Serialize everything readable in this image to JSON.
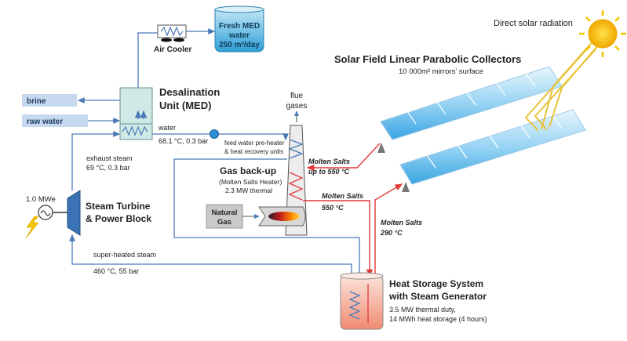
{
  "solar": {
    "radiation_label": "Direct solar radiation",
    "field_title": "Solar Field Linear Parabolic Collectors",
    "field_subtitle": "10 000m² mirrors' surface"
  },
  "freshwater": {
    "label_line1": "Fresh MED",
    "label_line2": "water",
    "label_line3": "250 m³/day"
  },
  "air_cooler": {
    "label": "Air Cooler"
  },
  "med": {
    "title_line1": "Desalination",
    "title_line2": "Unit (MED)"
  },
  "brine": {
    "label": "brine"
  },
  "raw_water": {
    "label": "raw water"
  },
  "water_stream": {
    "label": "water",
    "conditions": "68.1 °C, 0.3 bar"
  },
  "flue": {
    "line1": "flue",
    "line2": "gases"
  },
  "feedwater": {
    "line1": "feed water pre-heater",
    "line2": "& heat recovery units"
  },
  "gas_backup": {
    "title": "Gas back-up",
    "subtitle": "(Molten Salts Heater)",
    "capacity": "2.3 MW thermal"
  },
  "natural_gas": {
    "line1": "Natural",
    "line2": "Gas"
  },
  "exhaust_steam": {
    "label": "exhaust steam",
    "conditions": "69 °C, 0.3 bar"
  },
  "generator": {
    "power": "1.0 MWe"
  },
  "turbine": {
    "line1": "Steam Turbine",
    "line2": "& Power Block"
  },
  "superheated": {
    "label": "super-heated steam",
    "conditions": "460 °C, 55 bar"
  },
  "molten_salts": {
    "hot_label": "Molten Salts",
    "hot_temp": "up to 550 °C",
    "mid_label": "Molten Salts",
    "mid_temp": "550 °C",
    "cold_label": "Molten Salts",
    "cold_temp": "290 °C"
  },
  "storage": {
    "title_line1": "Heat Storage System",
    "title_line2": "with Steam Generator",
    "line3": "3.5 MW thermal duty,",
    "line4": "14  MWh heat storage (4 hours)"
  },
  "colors": {
    "water_line": "#4a7ab8",
    "salt_line": "#e03a3a",
    "med_fill": "#cfe9e6",
    "fresh_fill": "#4fb3dc",
    "label_box": "#c6d9ee",
    "turbine": "#3a72b4",
    "sun": "#f5c400",
    "storage_fill": "#f3a08a"
  },
  "icons": [
    "sun-icon",
    "lightning-icon",
    "generator-icon",
    "pump-icon",
    "flame-icon"
  ]
}
